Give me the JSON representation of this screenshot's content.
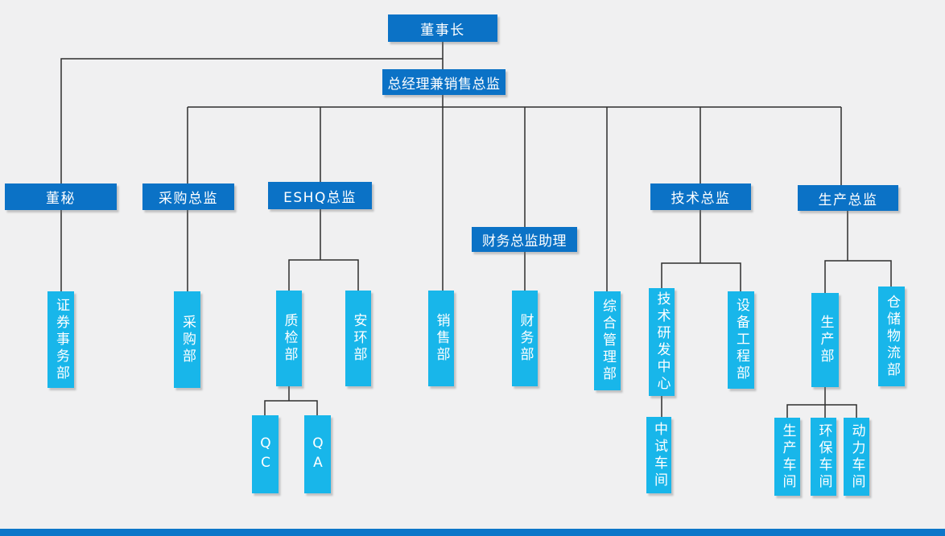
{
  "colors": {
    "primary": "#0b72c6",
    "secondary": "#18b6ea",
    "background": "#f0f0f1",
    "line": "#2e2e2e",
    "footer_bar": "#0d76c9"
  },
  "nodes": {
    "chairman": "董事长",
    "gm_sales_director": "总经理兼销售总监",
    "board_secretary": "董秘",
    "procurement_director": "采购总监",
    "eshq_director": "ESHQ总监",
    "finance_director_assistant": "财务总监助理",
    "tech_director": "技术总监",
    "production_director": "生产总监",
    "securities_affairs_dept": "证券事务部",
    "procurement_dept": "采购部",
    "quality_inspection_dept": "质检部",
    "safety_environment_dept": "安环部",
    "sales_dept": "销售部",
    "finance_dept": "财务部",
    "general_management_dept": "综合管理部",
    "tech_rd_center": "技术研发中心",
    "equipment_engineering_dept": "设备工程部",
    "production_dept": "生产部",
    "warehouse_logistics_dept": "仓储物流部",
    "qc": "QC",
    "qa": "QA",
    "pilot_workshop": "中试车间",
    "production_workshop": "生产车间",
    "environmental_workshop": "环保车间",
    "power_workshop": "动力车间"
  },
  "hierarchy": {
    "chairman": [
      "board_secretary",
      "gm_sales_director"
    ],
    "board_secretary": [
      "securities_affairs_dept"
    ],
    "gm_sales_director": [
      "procurement_director",
      "eshq_director",
      "sales_dept",
      "finance_director_assistant",
      "general_management_dept",
      "tech_director",
      "production_director"
    ],
    "procurement_director": [
      "procurement_dept"
    ],
    "eshq_director": [
      "quality_inspection_dept",
      "safety_environment_dept"
    ],
    "quality_inspection_dept": [
      "qc",
      "qa"
    ],
    "finance_director_assistant": [
      "finance_dept"
    ],
    "tech_director": [
      "tech_rd_center",
      "equipment_engineering_dept"
    ],
    "tech_rd_center": [
      "pilot_workshop"
    ],
    "production_director": [
      "production_dept",
      "warehouse_logistics_dept"
    ],
    "production_dept": [
      "production_workshop",
      "environmental_workshop",
      "power_workshop"
    ]
  }
}
